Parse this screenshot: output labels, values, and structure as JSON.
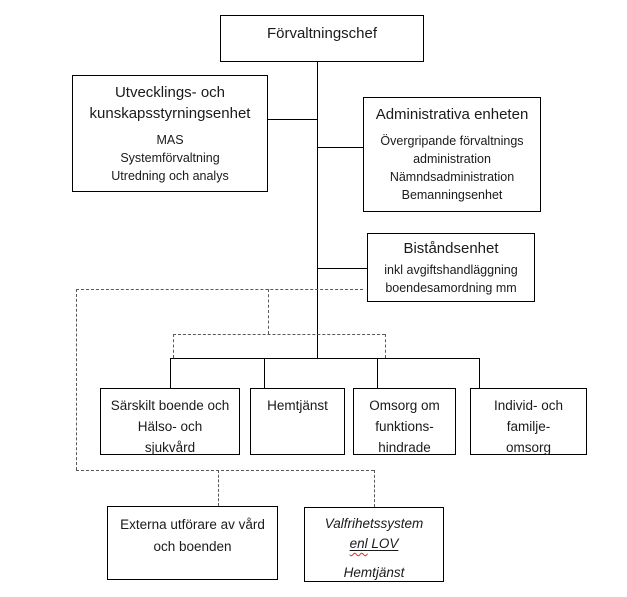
{
  "diagram": {
    "type": "org-chart",
    "language": "sv",
    "colors": {
      "background": "#ffffff",
      "text": "#1a1a1a",
      "box_border": "#000000",
      "solid_connector": "#000000",
      "dashed_connector": "#595959",
      "spellcheck_underline": "#e02b20"
    },
    "nodes": {
      "top": {
        "title": "Förvaltningschef"
      },
      "utveckling": {
        "title_line1": "Utvecklings- och",
        "title_line2": "kunskapsstyrningsenhet",
        "items": [
          "MAS",
          "Systemförvaltning",
          "Utredning och analys"
        ]
      },
      "administrativa": {
        "title": "Administrativa enheten",
        "items": [
          "Övergripande förvaltnings",
          "administration",
          "Nämndsadministration",
          "Bemanningsenhet"
        ]
      },
      "bistand": {
        "title": "Biståndsenhet",
        "items": [
          "inkl avgiftshandläggning",
          "boendesamordning mm"
        ]
      },
      "sarskilt": {
        "lines": [
          "Särskilt boende och",
          "Hälso- och",
          "sjukvård"
        ]
      },
      "hemtjanst": {
        "lines": [
          "Hemtjänst"
        ]
      },
      "omsorg": {
        "lines": [
          "Omsorg om",
          "funktions-",
          "hindrade"
        ]
      },
      "individ": {
        "lines": [
          "Individ- och",
          "familje-",
          "omsorg"
        ]
      },
      "externa": {
        "lines": [
          "Externa utförare av vård",
          "och boenden"
        ]
      },
      "valfrihet": {
        "line1": "Valfrihetssystem",
        "underlined_word": "enl",
        "underlined_rest": " LOV",
        "line3": "Hemtjänst"
      }
    }
  }
}
